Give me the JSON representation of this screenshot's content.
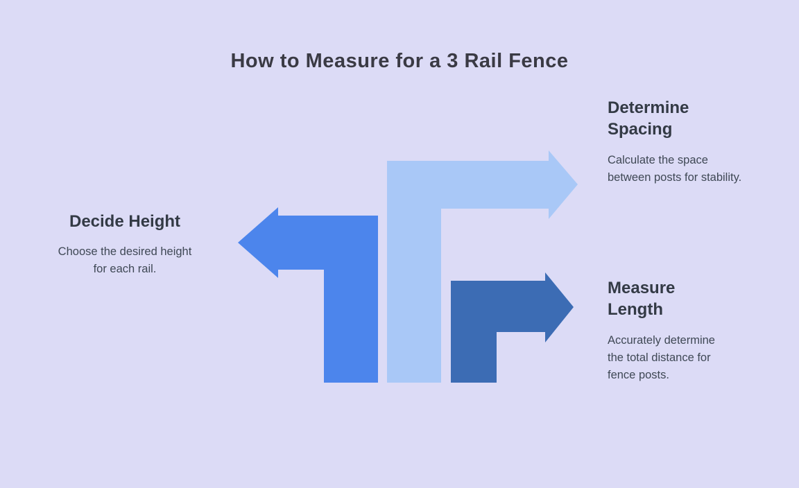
{
  "title": "How to Measure for a 3 Rail Fence",
  "colors": {
    "background": "#dcdbf6",
    "title_text": "#3a3a44",
    "heading_text": "#333a45",
    "body_text": "#3f4855"
  },
  "steps": [
    {
      "id": "decide-height",
      "heading": "Decide Height",
      "description": "Choose the desired height for each rail.",
      "arrow_color": "#4c85ec",
      "arrow_direction": "left"
    },
    {
      "id": "determine-spacing",
      "heading": "Determine Spacing",
      "description": "Calculate the space between posts for stability.",
      "arrow_color": "#a9c8f7",
      "arrow_direction": "right"
    },
    {
      "id": "measure-length",
      "heading": "Measure Length",
      "description": "Accurately determine the total distance for fence posts.",
      "arrow_color": "#3c6cb4",
      "arrow_direction": "right"
    }
  ]
}
